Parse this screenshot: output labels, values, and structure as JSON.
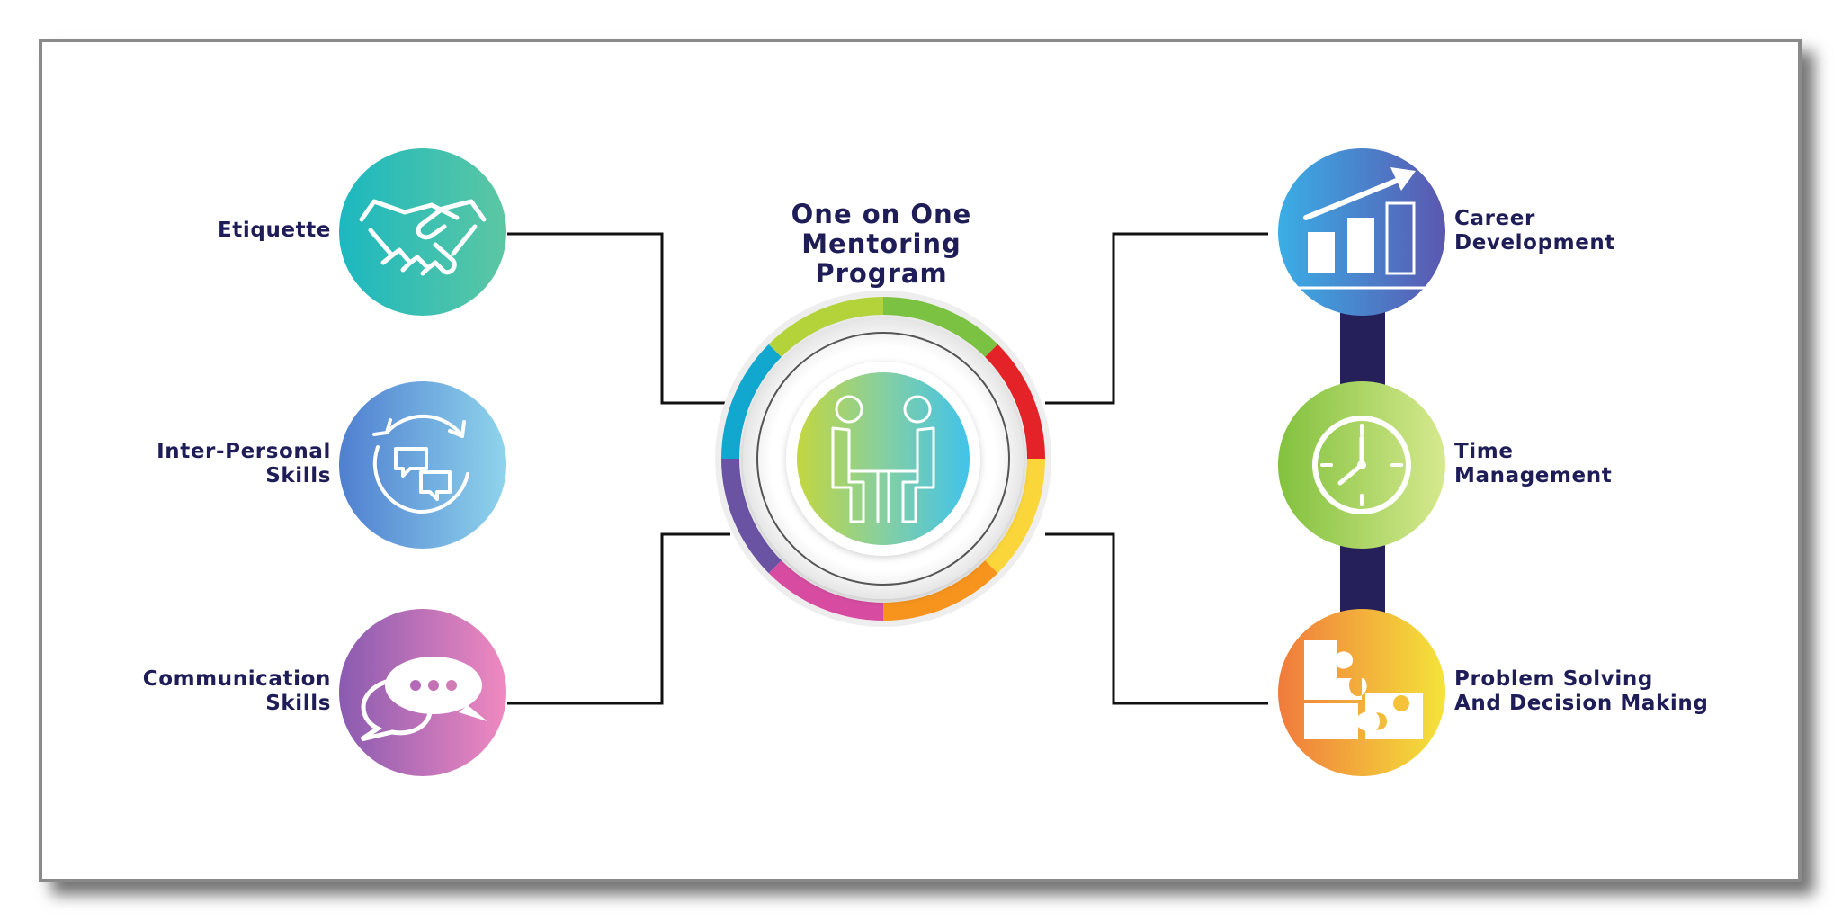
{
  "title": {
    "line1": "One on One",
    "line2": "Mentoring",
    "line3": "Program"
  },
  "left_items": [
    {
      "line1": "Etiquette",
      "line2": "",
      "icon": "handshake-icon",
      "colors": [
        "#1cb8c0",
        "#5cc7a2"
      ]
    },
    {
      "line1": "Inter-Personal",
      "line2": "Skills",
      "icon": "chat-cycle-icon",
      "colors": [
        "#4f7fd0",
        "#8fd4ec"
      ]
    },
    {
      "line1": "Communication",
      "line2": "Skills",
      "icon": "speech-bubbles-icon",
      "colors": [
        "#8a5bb0",
        "#f089c0"
      ]
    }
  ],
  "right_items": [
    {
      "line1": "Career",
      "line2": "Development",
      "icon": "growth-chart-icon",
      "colors": [
        "#3aaee6",
        "#5b57b0"
      ]
    },
    {
      "line1": "Time",
      "line2": "Management",
      "icon": "clock-icon",
      "colors": [
        "#82c13e",
        "#d6e98e"
      ]
    },
    {
      "line1": "Problem Solving",
      "line2": "And Decision Making",
      "icon": "puzzle-icon",
      "colors": [
        "#f07a3c",
        "#f4e43a"
      ]
    }
  ],
  "hub": {
    "icon": "mentoring-people-icon",
    "ring_colors": [
      "#7cc242",
      "#e42328",
      "#fbd63b",
      "#f7941d",
      "#d74ca1",
      "#6b53a4",
      "#12a7cf",
      "#b4d33b"
    ]
  },
  "colors": {
    "text": "#1f1d57",
    "connector": "#111111",
    "spine": "#25205a"
  }
}
